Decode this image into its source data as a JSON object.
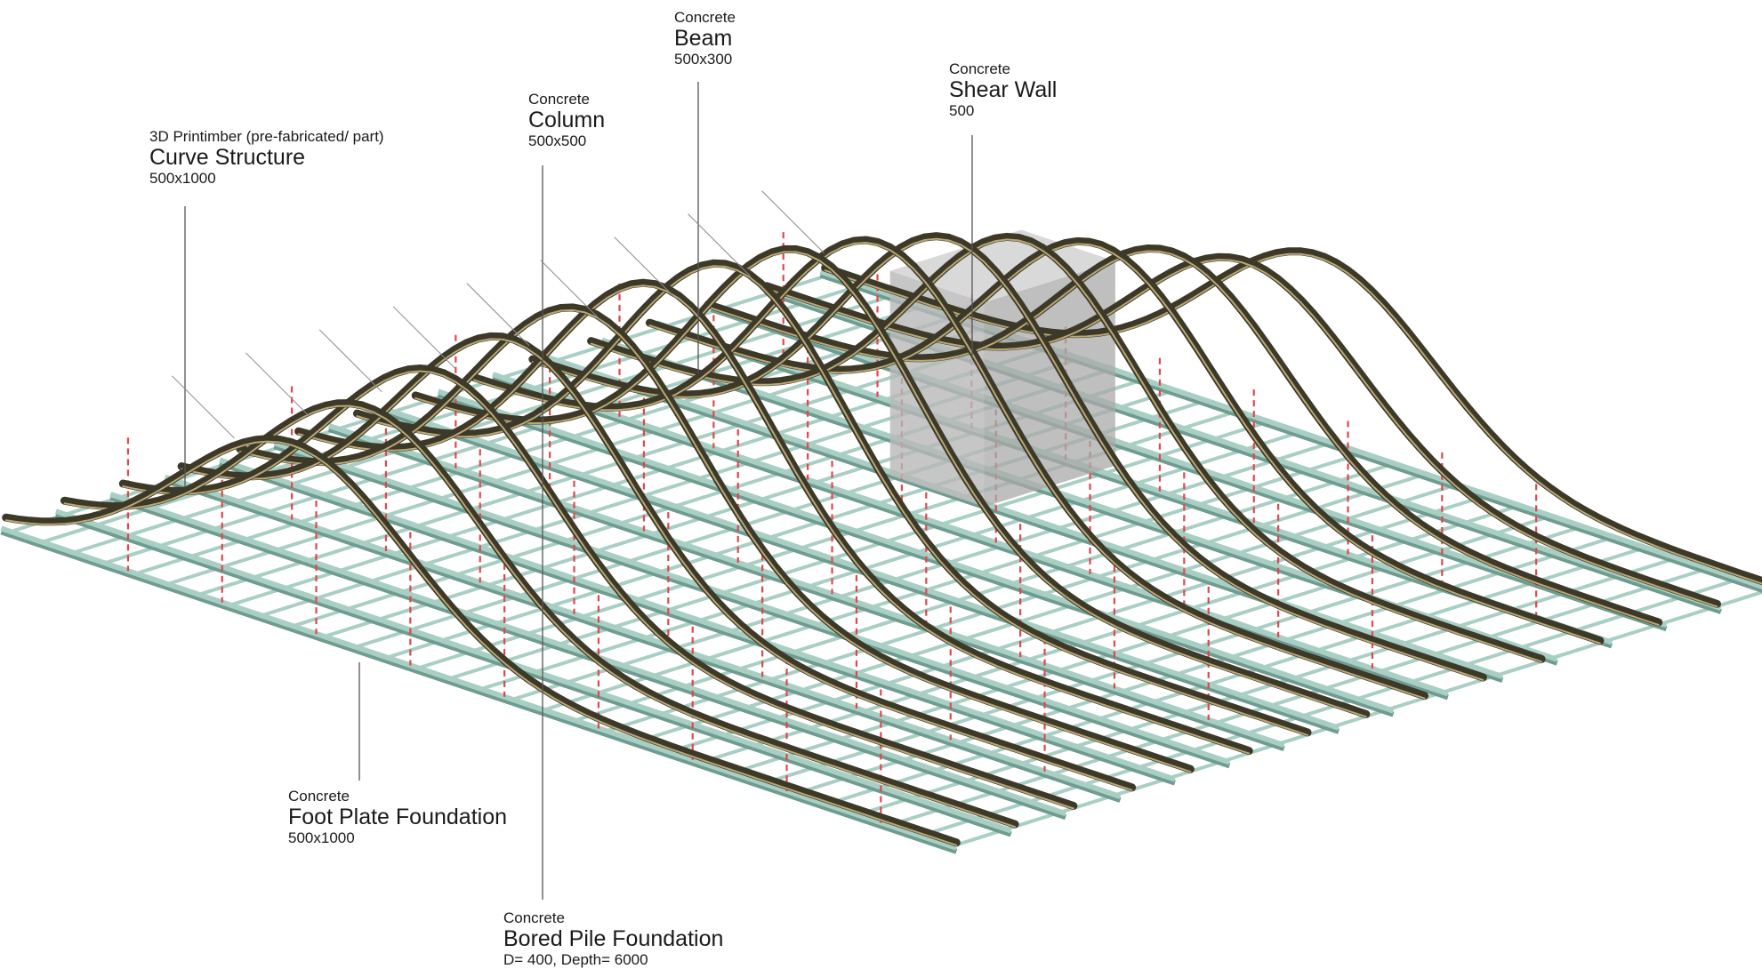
{
  "labels": {
    "curve_structure": {
      "material": "3D Printimber (pre-fabricated/ part)",
      "name": "Curve Structure",
      "dimension": "500x1000"
    },
    "column": {
      "material": "Concrete",
      "name": "Column",
      "dimension": "500x500"
    },
    "beam": {
      "material": "Concrete",
      "name": "Beam",
      "dimension": "500x300"
    },
    "shear_wall": {
      "material": "Concrete",
      "name": "Shear Wall",
      "dimension": "500"
    },
    "foot_plate": {
      "material": "Concrete",
      "name": "Foot Plate Foundation",
      "dimension": "500x1000"
    },
    "bored_pile": {
      "material": "Concrete",
      "name": "Bored Pile Foundation",
      "dimension": "D= 400, Depth= 6000"
    }
  },
  "colors": {
    "grid_beam": "#a9cfc4",
    "grid_edge": "#6f9c90",
    "pile": "#e0474c",
    "curve_rib": "#3d3929",
    "curve_highlight": "#b9a775",
    "shear_wall": "#b8b8b8",
    "leader_line": "#555555"
  }
}
